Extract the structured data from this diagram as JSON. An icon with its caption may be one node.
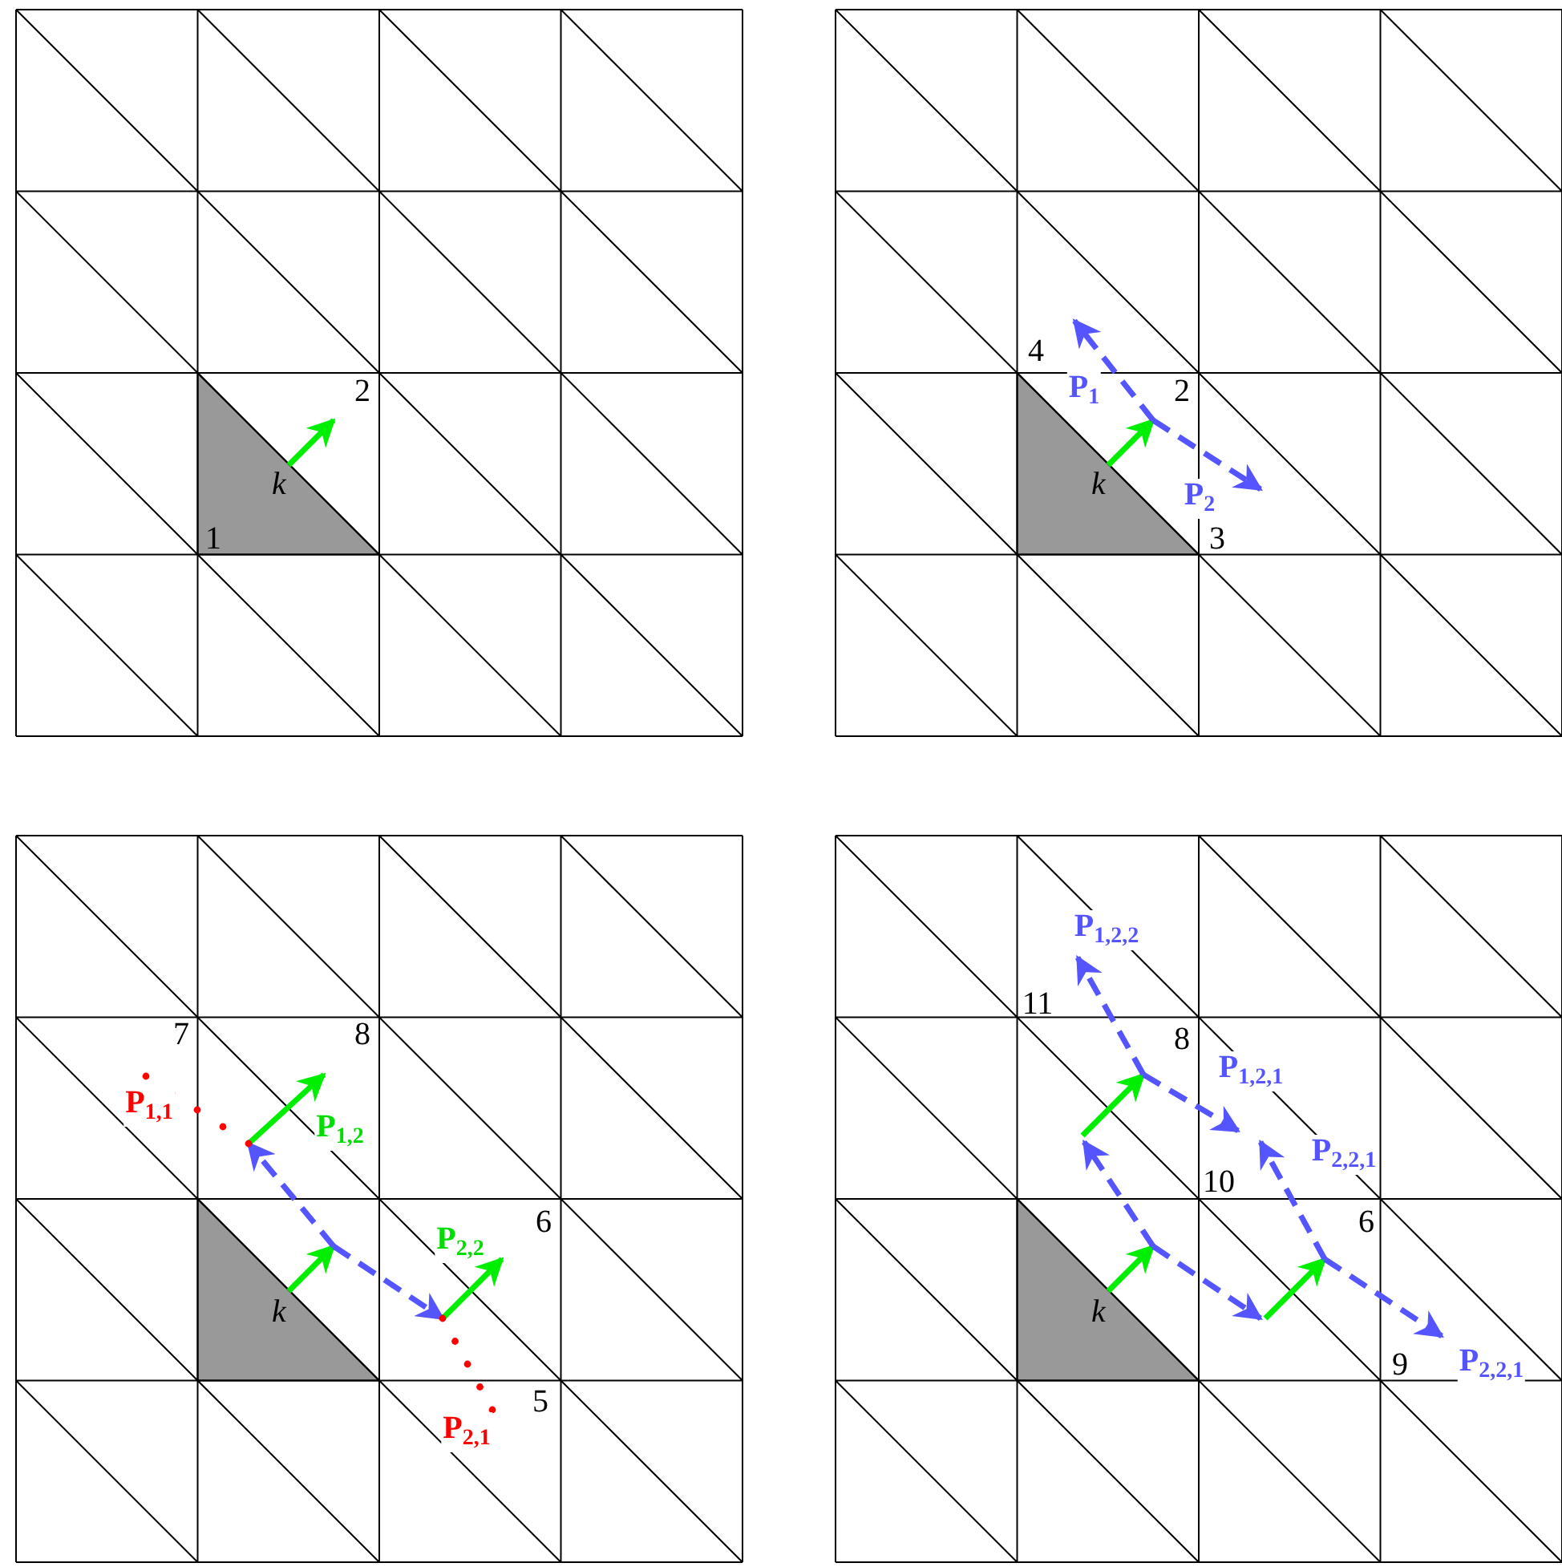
{
  "diagram": {
    "labels": [
      "2",
      "k",
      "1",
      "4",
      "P$_{1}$",
      "2",
      "k",
      "P$_{2}$",
      "3",
      "7",
      "8",
      "P$_{1,1}$",
      "P$_{1,2}$",
      "6",
      "P$_{2,2}$",
      "k",
      "5",
      "P$_{2,1}$",
      "P$_{1,2,2}$",
      "11",
      "8",
      "P$_{1,2,1}$",
      "P$_{2,2,1}$",
      "10",
      "6",
      "k",
      "9",
      "P$_{2,2,1}$"
    ]
  }
}
